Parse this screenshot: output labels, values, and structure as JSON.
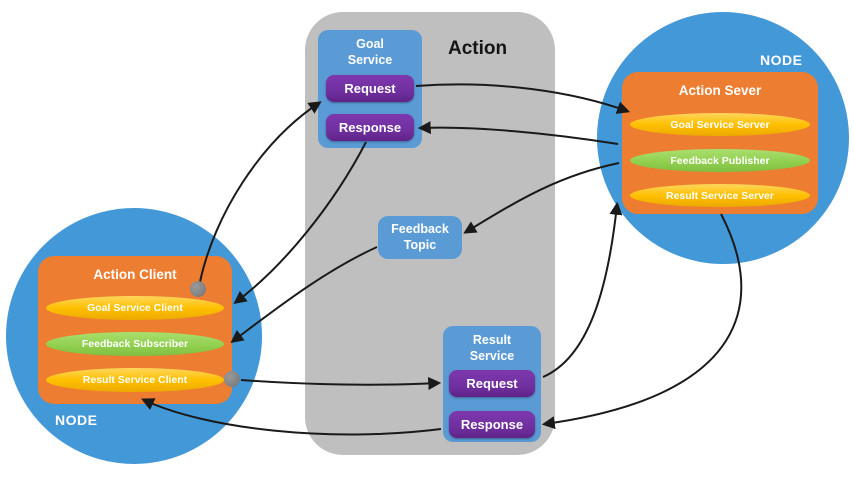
{
  "diagram": {
    "action": {
      "label": "Action"
    },
    "goal_service": {
      "title": "Goal Service",
      "request_label": "Request",
      "response_label": "Response"
    },
    "feedback_topic": {
      "label": "Feedback Topic"
    },
    "result_service": {
      "title": "Result Service",
      "request_label": "Request",
      "response_label": "Response"
    },
    "client_node": {
      "badge": "NODE",
      "title": "Action Client",
      "items": [
        {
          "label": "Goal Service Client",
          "color": "yellow"
        },
        {
          "label": "Feedback Subscriber",
          "color": "green"
        },
        {
          "label": "Result Service Client",
          "color": "yellow"
        }
      ]
    },
    "server_node": {
      "badge": "NODE",
      "title": "Action Sever",
      "items": [
        {
          "label": "Goal Service Server",
          "color": "yellow"
        },
        {
          "label": "Feedback Publisher",
          "color": "green"
        },
        {
          "label": "Result Service Server",
          "color": "yellow"
        }
      ]
    },
    "colors": {
      "node_blue": "#4398D8",
      "panel_blue": "#5B9BD5",
      "purple": "#7030A0",
      "orange": "#ED7D31",
      "yellow": "#FFC000",
      "green": "#92D050",
      "container_gray": "#BFBFBF",
      "connector_dot_gray": "#7F7F7F",
      "arrow_black": "#1A1A1A"
    }
  }
}
